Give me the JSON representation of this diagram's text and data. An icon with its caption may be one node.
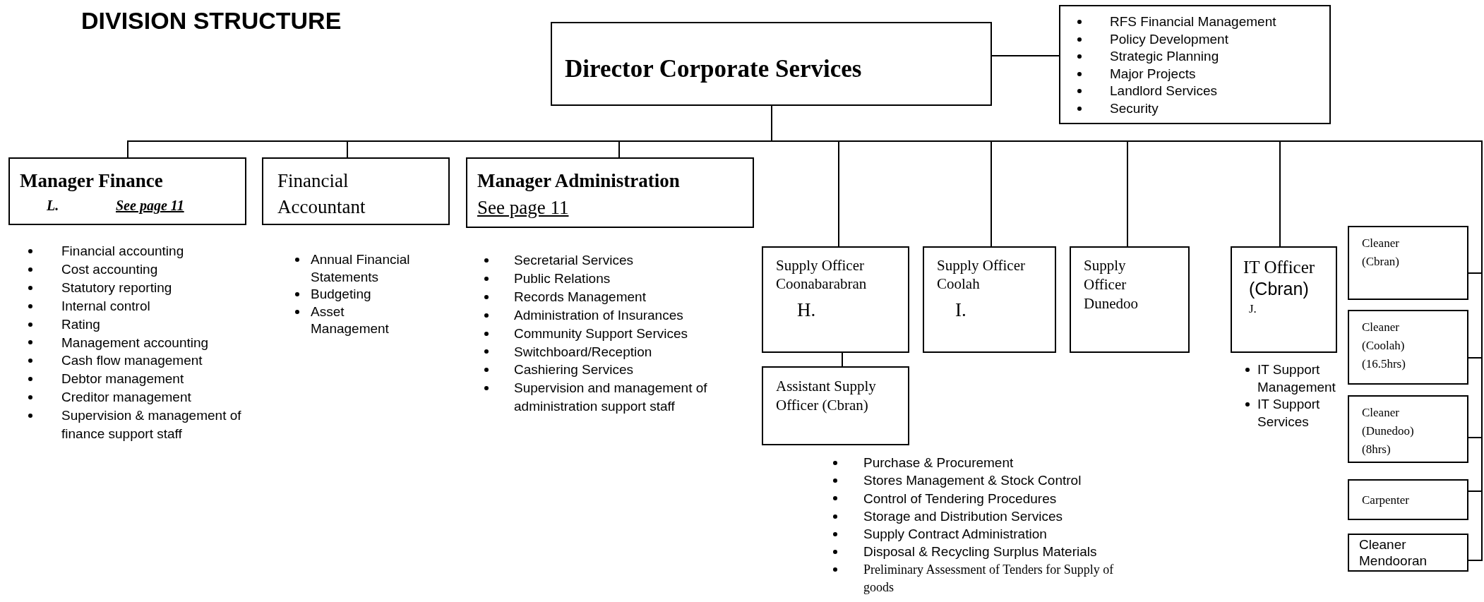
{
  "diagram": {
    "title": "DIVISION STRUCTURE",
    "nodes": [
      {
        "text": [
          "Director Corporate Services"
        ]
      },
      {
        "text": [
          "RFS Financial Management",
          "Policy Development",
          "Strategic Planning",
          "Major Projects",
          "Landlord Services",
          "Security"
        ]
      },
      {
        "text": [
          "Manager Finance",
          "L.",
          "See page 11"
        ],
        "beside": [
          "Financial accounting",
          "Cost accounting",
          "Statutory reporting",
          "Internal control",
          "Rating",
          "Management accounting",
          "Cash flow management",
          "Debtor management",
          "Creditor management",
          "Supervision & management of finance support staff"
        ]
      },
      {
        "text": [
          "Financial Accountant"
        ],
        "beside": [
          "Annual Financial Statements",
          "Budgeting",
          "Asset Management"
        ]
      },
      {
        "text": [
          "Manager Administration",
          "See page 11"
        ],
        "beside": [
          "Secretarial Services",
          "Public Relations",
          "Records Management",
          "Administration of Insurances",
          "Community Support Services",
          "Switchboard/Reception",
          "Cashiering Services",
          "Supervision and management of administration support staff"
        ]
      },
      {
        "text": [
          "Supply Officer Coonabarabran",
          "H."
        ]
      },
      {
        "text": [
          "Assistant Supply Officer (Cbran)"
        ],
        "beside": [
          "Purchase & Procurement",
          "Stores Management & Stock Control",
          "Control of Tendering Procedures",
          "Storage and Distribution Services",
          "Supply Contract Administration",
          "Disposal & Recycling Surplus Materials",
          "Preliminary Assessment of Tenders for Supply of goods"
        ]
      },
      {
        "text": [
          "Supply Officer Coolah",
          "I."
        ]
      },
      {
        "text": [
          "Supply Officer Dunedoo"
        ]
      },
      {
        "text": [
          "IT Officer",
          "(Cbran)",
          "J."
        ],
        "beside": [
          "IT Support Management",
          "IT Support Services"
        ]
      },
      {
        "text": [
          "Cleaner (Cbran)"
        ]
      },
      {
        "text": [
          "Cleaner (Coolah) (16.5hrs)"
        ]
      },
      {
        "text": [
          "Cleaner (Dunedoo) (8hrs)"
        ]
      },
      {
        "text": [
          "Carpenter"
        ]
      },
      {
        "text": [
          "Cleaner Mendooran"
        ]
      }
    ],
    "edges": [
      {
        "from": 0,
        "to": 1,
        "arrow": "none"
      },
      {
        "from": 0,
        "to": 2,
        "arrow": "none"
      },
      {
        "from": 0,
        "to": 3,
        "arrow": "none"
      },
      {
        "from": 0,
        "to": 4,
        "arrow": "none"
      },
      {
        "from": 0,
        "to": 5,
        "arrow": "none"
      },
      {
        "from": 5,
        "to": 6,
        "arrow": "none"
      },
      {
        "from": 0,
        "to": 7,
        "arrow": "none"
      },
      {
        "from": 0,
        "to": 8,
        "arrow": "none"
      },
      {
        "from": 0,
        "to": 9,
        "arrow": "none"
      },
      {
        "from": 0,
        "to": 10,
        "arrow": "none"
      },
      {
        "from": 0,
        "to": 11,
        "arrow": "none"
      },
      {
        "from": 0,
        "to": 12,
        "arrow": "none"
      },
      {
        "from": 0,
        "to": 13,
        "arrow": "none"
      },
      {
        "from": 0,
        "to": 14,
        "arrow": "none"
      }
    ]
  }
}
